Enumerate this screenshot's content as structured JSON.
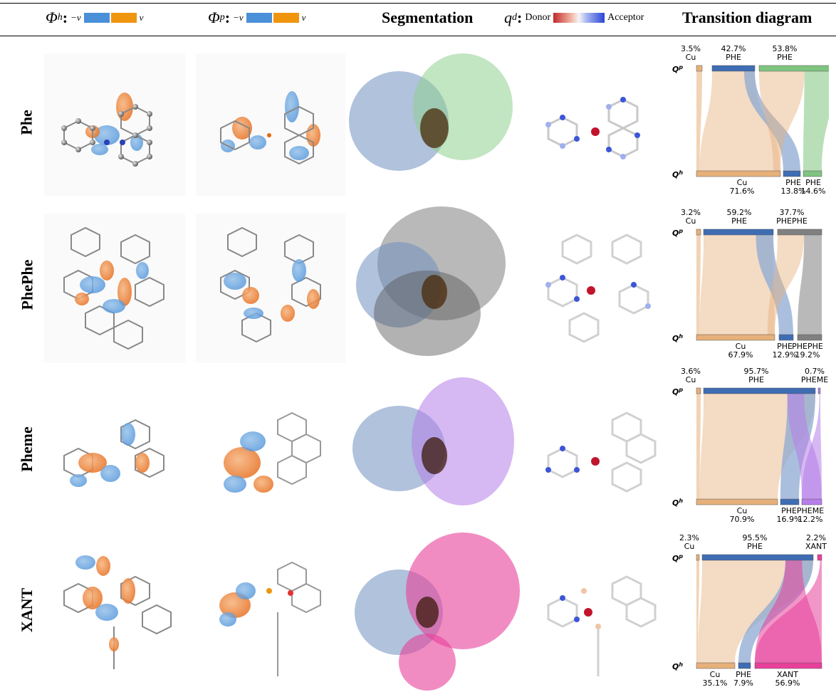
{
  "header": {
    "phi_h": {
      "symbol": "Φ",
      "sub": "h",
      "colon": ":",
      "neg": "−v",
      "pos": "v"
    },
    "phi_p": {
      "symbol": "Φ",
      "sub": "p",
      "colon": ":",
      "neg": "−v",
      "pos": "v"
    },
    "segmentation": "Segmentation",
    "qd": {
      "symbol": "q",
      "sup": "d",
      "colon": ":",
      "donor": "Donor",
      "acceptor": "Acceptor"
    },
    "transition": "Transition diagram"
  },
  "colors": {
    "phase_neg": "#4a90d9",
    "phase_pos": "#f0950e",
    "cu": "#e6b07a",
    "phe": "#3f6db4",
    "phe_ribbon": "#8eaad3",
    "phephe": "#808080",
    "pheme": "#b57ee8",
    "xant": "#e8409a",
    "green": "#7fc47f"
  },
  "rows": [
    {
      "label": "Phe",
      "top_labels": [
        [
          "3.5%",
          "Cu"
        ],
        [
          "42.7%",
          "PHE"
        ],
        [
          "53.8%",
          "PHE"
        ]
      ],
      "bottom_labels": [
        [
          "Cu",
          "71.6%"
        ],
        [
          "PHE",
          "13.8%"
        ],
        [
          "PHE",
          "14.6%"
        ]
      ],
      "qp": "Q",
      "qp_sup": "p",
      "qh": "Q",
      "qh_sup": "h",
      "third_color": "#7fc47f"
    },
    {
      "label": "PhePhe",
      "top_labels": [
        [
          "3.2%",
          "Cu"
        ],
        [
          "59.2%",
          "PHE"
        ],
        [
          "37.7%",
          "PHEPHE"
        ]
      ],
      "bottom_labels": [
        [
          "Cu",
          "67.9%"
        ],
        [
          "PHE",
          "12.9%"
        ],
        [
          "PHEPHE",
          "19.2%"
        ]
      ],
      "qp": "Q",
      "qp_sup": "p",
      "qh": "Q",
      "qh_sup": "h",
      "third_color": "#808080"
    },
    {
      "label": "Pheme",
      "top_labels": [
        [
          "3.6%",
          "Cu"
        ],
        [
          "95.7%",
          "PHE"
        ],
        [
          "0.7%",
          "PHEME"
        ]
      ],
      "bottom_labels": [
        [
          "Cu",
          "70.9%"
        ],
        [
          "PHE",
          "16.9%"
        ],
        [
          "PHEME",
          "12.2%"
        ]
      ],
      "qp": "Q",
      "qp_sup": "p",
      "qh": "Q",
      "qh_sup": "h",
      "third_color": "#b57ee8"
    },
    {
      "label": "XANT",
      "top_labels": [
        [
          "2.3%",
          "Cu"
        ],
        [
          "95.5%",
          "PHE"
        ],
        [
          "2.2%",
          "XANT"
        ]
      ],
      "bottom_labels": [
        [
          "Cu",
          "35.1%"
        ],
        [
          "PHE",
          "7.9%"
        ],
        [
          "XANT",
          "56.9%"
        ]
      ],
      "qp": "Q",
      "qp_sup": "p",
      "qh": "Q",
      "qh_sup": "h",
      "third_color": "#e8409a"
    }
  ]
}
